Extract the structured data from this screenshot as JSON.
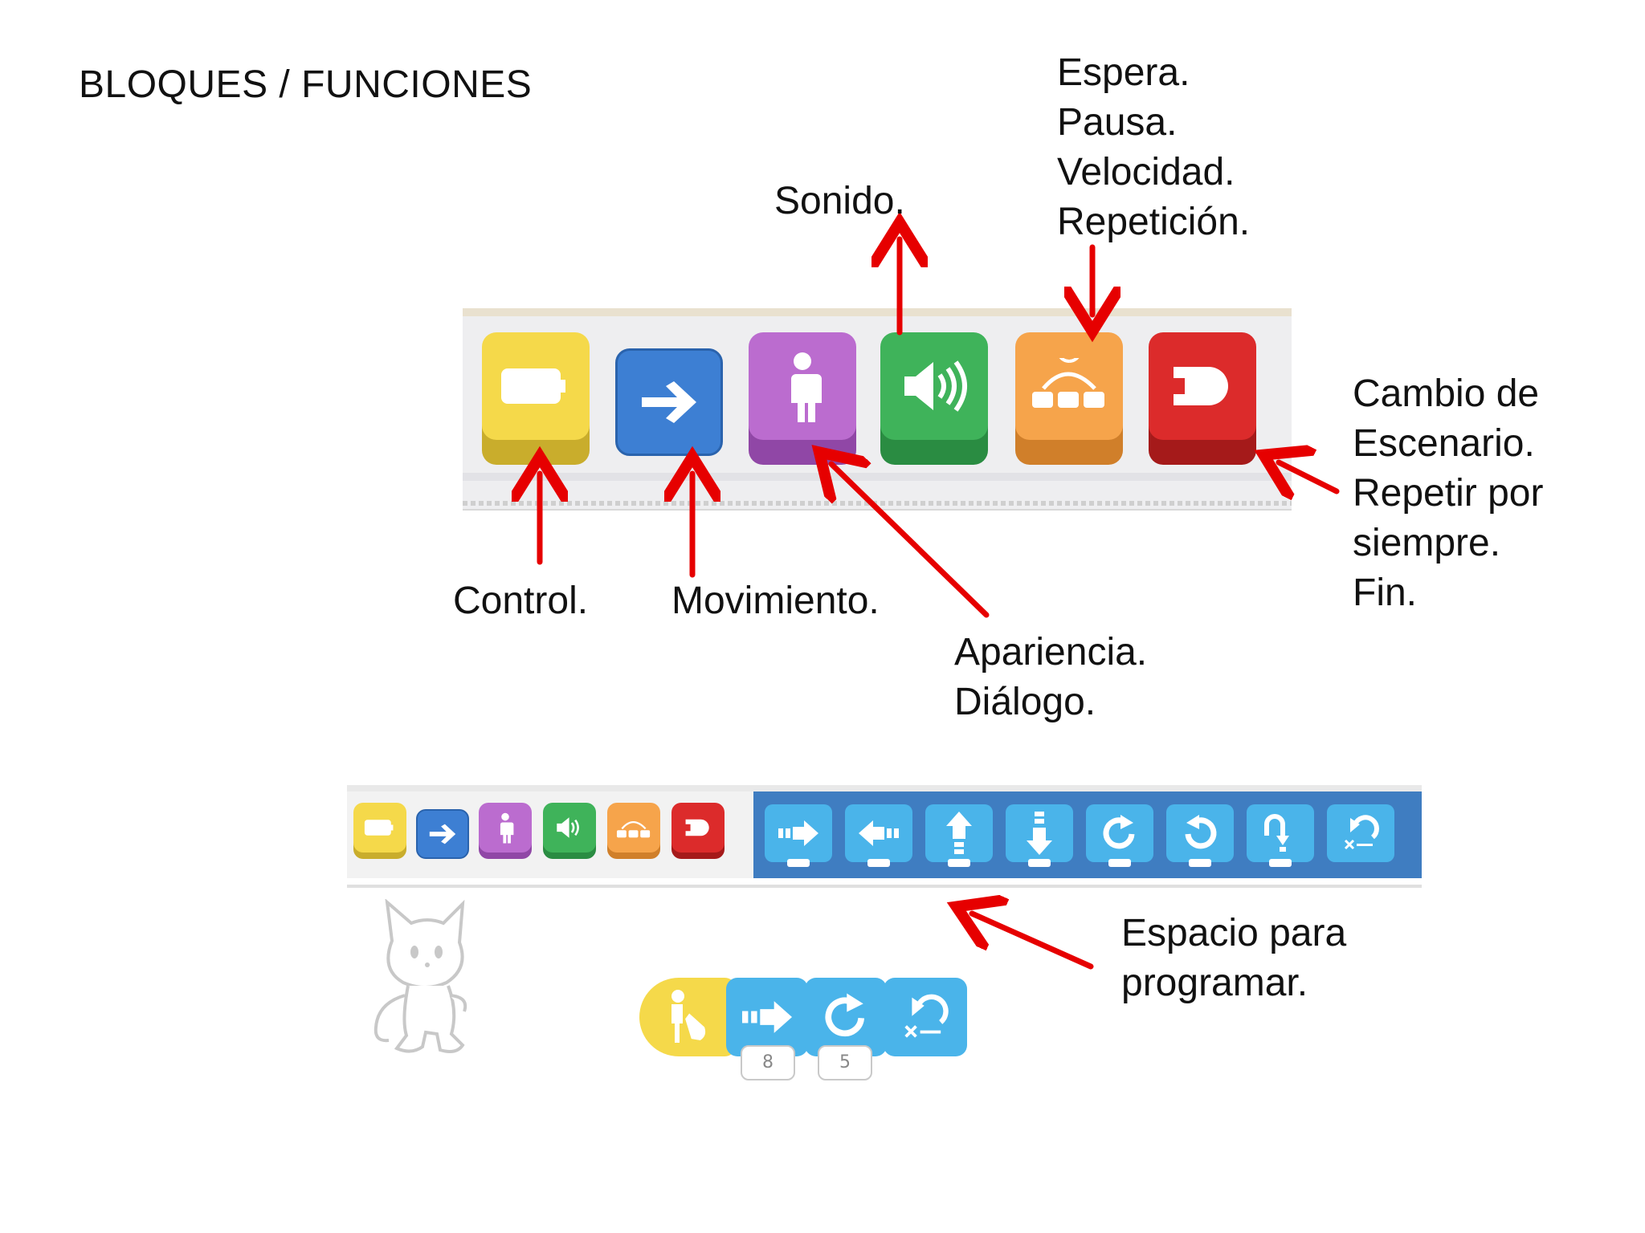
{
  "title": "BLOQUES / FUNCIONES",
  "labels": {
    "control": "Control.",
    "movimiento": "Movimiento.",
    "sonido": "Sonido.",
    "apariencia": "Apariencia.\nDiálogo.",
    "espera": "Espera.\nPausa.\nVelocidad.\nRepetición.",
    "cambio": "Cambio de\nEscenario.\nRepetir por\nsiempre.\nFin.",
    "espacio": "Espacio para\nprogramar."
  },
  "categories": [
    {
      "name": "control",
      "color": "#f5d94a",
      "dark": "#c9ad2c",
      "icon": "flag-block-icon"
    },
    {
      "name": "motion",
      "color": "#3d7fd3",
      "dark": "#2a63ad",
      "icon": "right-arrow-icon"
    },
    {
      "name": "looks",
      "color": "#bb6ccf",
      "dark": "#9047a6",
      "icon": "person-icon"
    },
    {
      "name": "sound",
      "color": "#3fb35a",
      "dark": "#2a8c42",
      "icon": "speaker-icon"
    },
    {
      "name": "control-flow",
      "color": "#f6a44b",
      "dark": "#d07f2a",
      "icon": "repeat-branch-icon"
    },
    {
      "name": "end",
      "color": "#dc2b2b",
      "dark": "#a51a1a",
      "icon": "end-block-icon"
    }
  ],
  "motion_blocks": [
    {
      "icon": "move-right-icon"
    },
    {
      "icon": "move-left-icon"
    },
    {
      "icon": "move-up-icon"
    },
    {
      "icon": "move-down-icon"
    },
    {
      "icon": "turn-right-icon"
    },
    {
      "icon": "turn-left-icon"
    },
    {
      "icon": "hop-icon"
    },
    {
      "icon": "go-home-icon"
    }
  ],
  "script": {
    "blocks": [
      "start-on-tap-block",
      "move-right-block",
      "turn-right-block",
      "go-home-block"
    ],
    "values": [
      "8",
      "5"
    ]
  },
  "colors": {
    "arrow": "#e60000"
  }
}
